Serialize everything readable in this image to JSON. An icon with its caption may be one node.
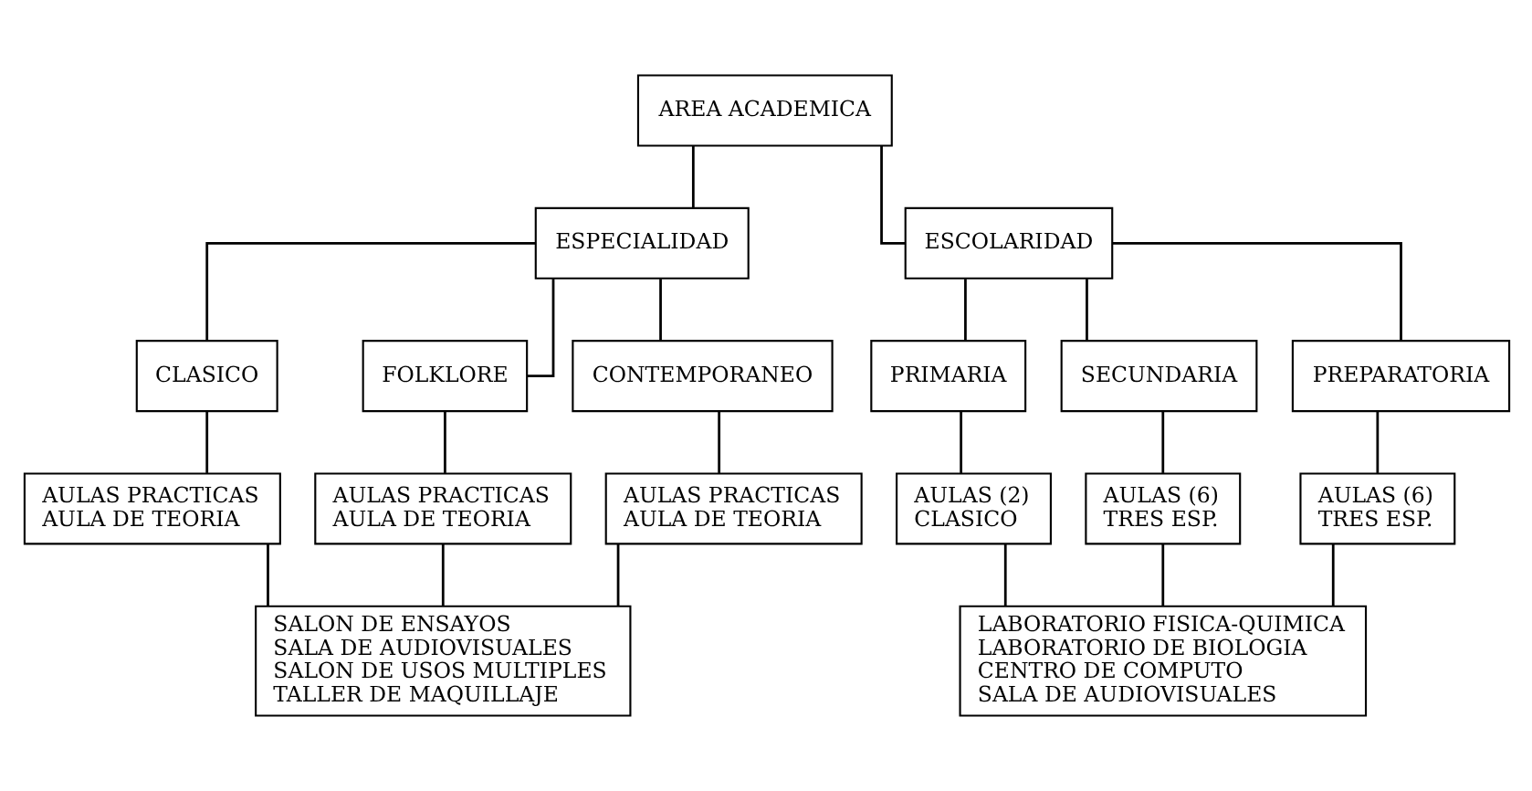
{
  "diagram": {
    "nodes": [
      {
        "text": [
          "AREA ACADEMICA"
        ]
      },
      {
        "text": [
          "ESPECIALIDAD"
        ]
      },
      {
        "text": [
          "ESCOLARIDAD"
        ]
      },
      {
        "text": [
          "CLASICO"
        ]
      },
      {
        "text": [
          "FOLKLORE"
        ]
      },
      {
        "text": [
          "CONTEMPORANEO"
        ]
      },
      {
        "text": [
          "PRIMARIA"
        ]
      },
      {
        "text": [
          "SECUNDARIA"
        ]
      },
      {
        "text": [
          "PREPARATORIA"
        ]
      },
      {
        "text": [
          "AULAS PRACTICAS",
          "AULA DE TEORIA"
        ]
      },
      {
        "text": [
          "AULAS PRACTICAS",
          "AULA DE TEORIA"
        ]
      },
      {
        "text": [
          "AULAS PRACTICAS",
          "AULA DE TEORIA"
        ]
      },
      {
        "text": [
          "AULAS (2)",
          "CLASICO"
        ]
      },
      {
        "text": [
          "AULAS (6)",
          "TRES ESP."
        ]
      },
      {
        "text": [
          "AULAS (6)",
          "TRES ESP."
        ]
      },
      {
        "text": [
          "SALON DE ENSAYOS",
          "SALA DE AUDIOVISUALES",
          "SALON DE USOS MULTIPLES",
          "TALLER DE MAQUILLAJE"
        ]
      },
      {
        "text": [
          "LABORATORIO FISICA-QUIMICA",
          "LABORATORIO DE BIOLOGIA",
          "CENTRO DE COMPUTO",
          "SALA DE AUDIOVISUALES"
        ]
      }
    ],
    "edges": [
      {
        "from": 0,
        "to": 1,
        "arrow": "none"
      },
      {
        "from": 0,
        "to": 2,
        "arrow": "none"
      },
      {
        "from": 1,
        "to": 3,
        "arrow": "none"
      },
      {
        "from": 1,
        "to": 4,
        "arrow": "none"
      },
      {
        "from": 1,
        "to": 5,
        "arrow": "none"
      },
      {
        "from": 2,
        "to": 6,
        "arrow": "none"
      },
      {
        "from": 2,
        "to": 7,
        "arrow": "none"
      },
      {
        "from": 2,
        "to": 8,
        "arrow": "none"
      },
      {
        "from": 3,
        "to": 9,
        "arrow": "none"
      },
      {
        "from": 4,
        "to": 10,
        "arrow": "none"
      },
      {
        "from": 5,
        "to": 11,
        "arrow": "none"
      },
      {
        "from": 6,
        "to": 12,
        "arrow": "none"
      },
      {
        "from": 7,
        "to": 13,
        "arrow": "none"
      },
      {
        "from": 8,
        "to": 14,
        "arrow": "none"
      },
      {
        "from": 9,
        "to": 15,
        "arrow": "none"
      },
      {
        "from": 10,
        "to": 15,
        "arrow": "none"
      },
      {
        "from": 11,
        "to": 15,
        "arrow": "none"
      },
      {
        "from": 12,
        "to": 16,
        "arrow": "none"
      },
      {
        "from": 13,
        "to": 16,
        "arrow": "none"
      },
      {
        "from": 14,
        "to": 16,
        "arrow": "none"
      }
    ]
  }
}
